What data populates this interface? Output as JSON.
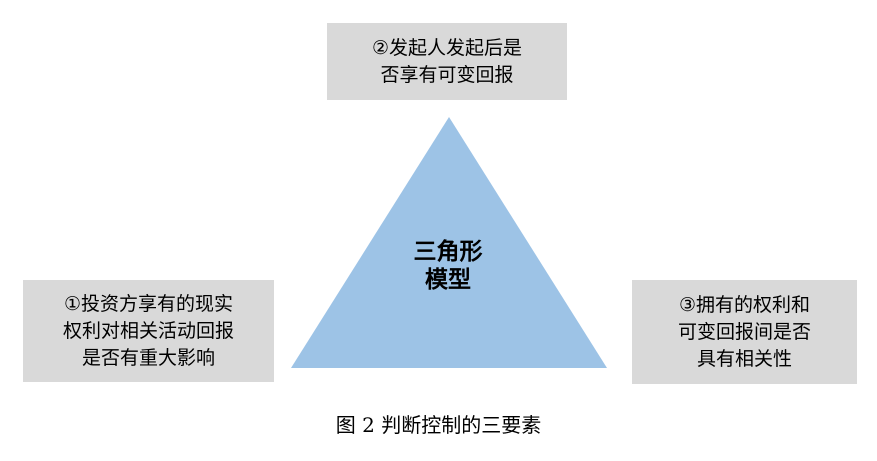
{
  "diagram": {
    "center_label_lines": [
      "三角形",
      "模型"
    ],
    "top_box_lines": [
      "②发起人发起后是",
      "否享有可变回报"
    ],
    "left_box_lines": [
      "①投资方享有的现实",
      "权利对相关活动回报",
      "是否有重大影响"
    ],
    "right_box_lines": [
      "③拥有的权利和",
      "可变回报间是否",
      "具有相关性"
    ],
    "caption": "图 2  判断控制的三要素",
    "colors": {
      "triangle_fill": "#9dc3e6",
      "box_fill": "#d9d9d9"
    }
  }
}
